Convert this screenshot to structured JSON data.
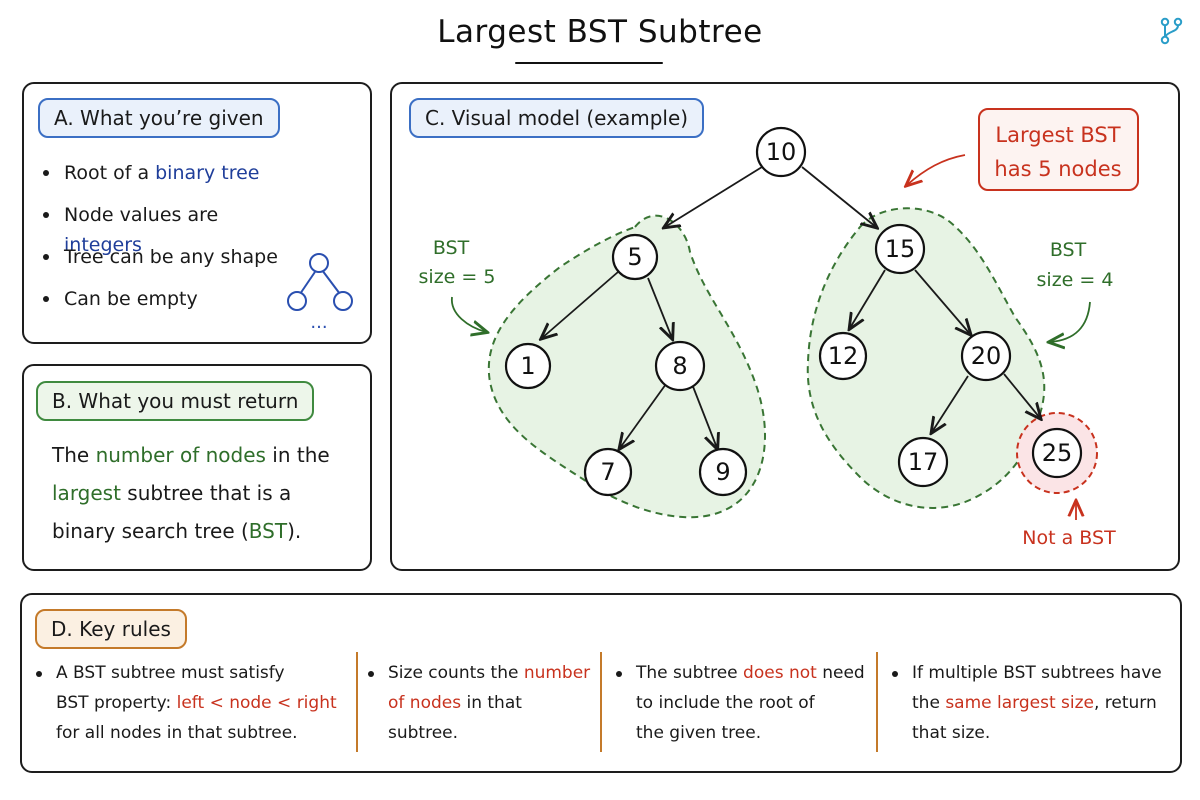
{
  "title": "Largest BST Subtree",
  "colors": {
    "accent_blue": "#3b6fc4",
    "accent_green": "#3f8a3f",
    "accent_red": "#c8321e",
    "accent_orange": "#c47a2a"
  },
  "icon": "branch-icon",
  "panel_a": {
    "heading": "A. What you’re given",
    "items": [
      {
        "pre": "Root of a ",
        "hl": "binary tree",
        "post": ""
      },
      {
        "pre": "Node values are ",
        "hl": "integers",
        "post": ""
      },
      {
        "pre": "Tree can be any shape",
        "hl": "",
        "post": ""
      },
      {
        "pre": "Can be empty",
        "hl": "",
        "post": ""
      }
    ],
    "mini_tree_ellipsis": "..."
  },
  "panel_b": {
    "heading": "B. What you must return",
    "t1": "The ",
    "h1": "number of nodes",
    "t2": " in the",
    "h2": "largest",
    "t3": " subtree that is a",
    "t4": "binary search tree (",
    "h3": "BST",
    "t5": ")."
  },
  "panel_c": {
    "heading": "C. Visual model (example)",
    "nodes": [
      "10",
      "5",
      "15",
      "1",
      "8",
      "12",
      "20",
      "7",
      "9",
      "17",
      "25"
    ],
    "left_note": [
      "BST",
      "size = 5"
    ],
    "right_note": [
      "BST",
      "size = 4"
    ],
    "callout": [
      "Largest BST",
      "has 5 nodes"
    ],
    "not_bst": "Not a BST"
  },
  "panel_d": {
    "heading": "D. Key rules",
    "rules": [
      {
        "parts": [
          {
            "t": "A BST subtree must satisfy",
            "c": ""
          },
          {
            "br": true
          },
          {
            "t": "BST property: ",
            "c": ""
          },
          {
            "t": "left < node < right",
            "c": "red"
          },
          {
            "br": true
          },
          {
            "t": "for all nodes in that subtree.",
            "c": ""
          }
        ]
      },
      {
        "parts": [
          {
            "t": "Size counts the ",
            "c": ""
          },
          {
            "t": "number",
            "c": "red"
          },
          {
            "br": true
          },
          {
            "t": "of nodes",
            "c": "red"
          },
          {
            "t": " in that",
            "c": ""
          },
          {
            "br": true
          },
          {
            "t": "subtree.",
            "c": ""
          }
        ]
      },
      {
        "parts": [
          {
            "t": "The subtree ",
            "c": ""
          },
          {
            "t": "does not",
            "c": "red"
          },
          {
            "t": " need",
            "c": ""
          },
          {
            "br": true
          },
          {
            "t": "to include the root of",
            "c": ""
          },
          {
            "br": true
          },
          {
            "t": "the given tree.",
            "c": ""
          }
        ]
      },
      {
        "parts": [
          {
            "t": "If multiple BST subtrees have",
            "c": ""
          },
          {
            "br": true
          },
          {
            "t": "the ",
            "c": ""
          },
          {
            "t": "same largest size",
            "c": "red"
          },
          {
            "t": ", return",
            "c": ""
          },
          {
            "br": true
          },
          {
            "t": "that size.",
            "c": ""
          }
        ]
      }
    ]
  }
}
